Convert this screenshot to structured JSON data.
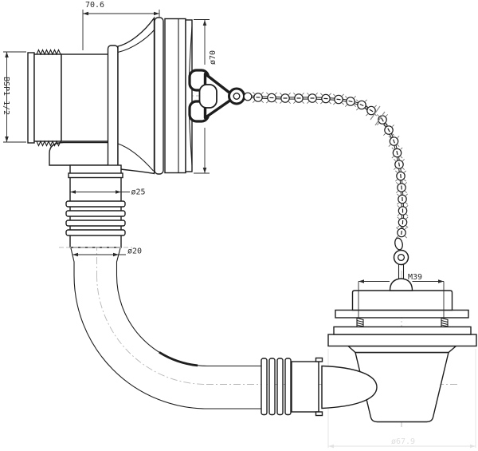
{
  "drawing": {
    "labels": {
      "width_top": "70.6",
      "thread_inlet": "BSP1 1/2",
      "faceplate_dia": "ø70",
      "hose_dia": "ø25",
      "pipe_dia": "ø20",
      "waste_thread": "M39",
      "waste_flange_dia": "ø67.9"
    },
    "colors": {
      "line": "#1d1d1d",
      "centerline": "#b6b6b6",
      "faint_dimension": "#e2e2e2",
      "text": "#2a2a2a"
    }
  }
}
